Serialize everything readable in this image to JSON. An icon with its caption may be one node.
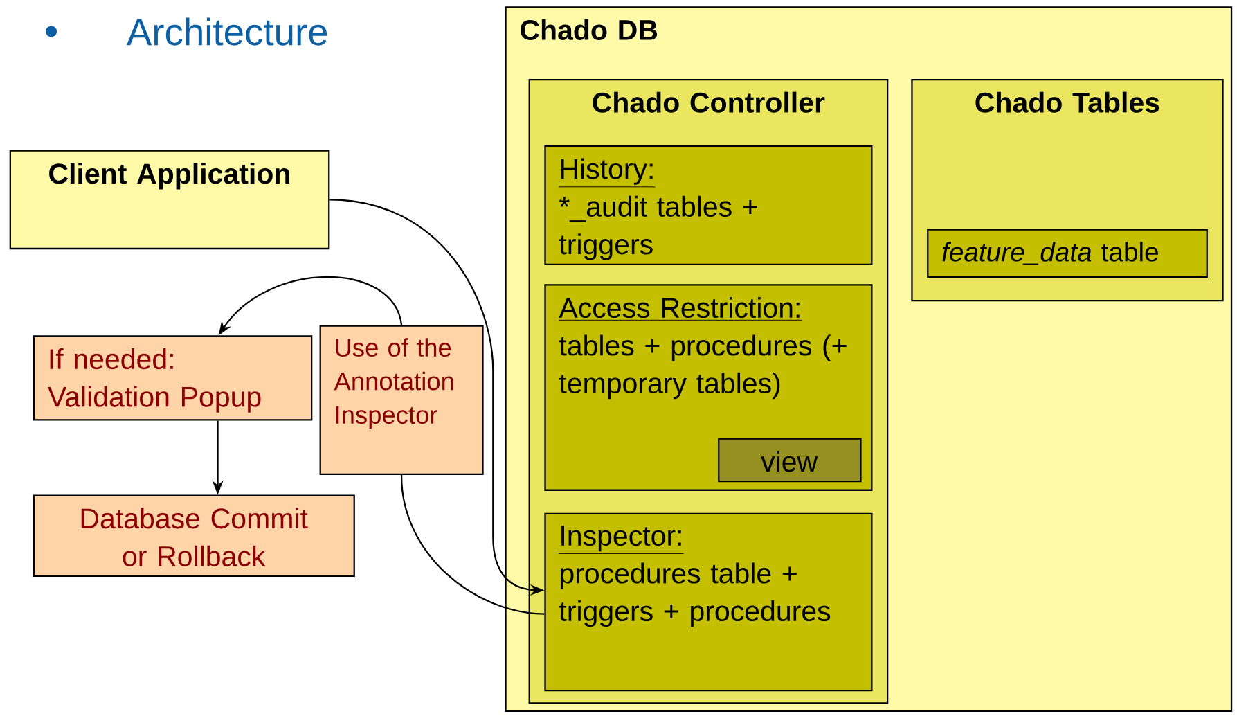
{
  "diagram": {
    "title": "Architecture",
    "nodes": [
      {
        "text": [
          "Chado DB"
        ]
      },
      {
        "text": [
          "Chado Controller"
        ],
        "in": 0
      },
      {
        "text": [
          "History:",
          "*_audit tables + triggers"
        ],
        "in": 1
      },
      {
        "text": [
          "Access Restriction:",
          "tables + procedures (+ temporary tables)"
        ],
        "in": 1
      },
      {
        "text": [
          "view"
        ],
        "in": 3
      },
      {
        "text": [
          "Inspector:",
          "procedures table + triggers + procedures"
        ],
        "in": 1
      },
      {
        "text": [
          "Chado Tables"
        ],
        "in": 0
      },
      {
        "text": [
          "*feature_data* table"
        ],
        "in": 6
      },
      {
        "text": [
          "Client Application"
        ]
      },
      {
        "text": [
          "If needed: Validation Popup"
        ]
      },
      {
        "text": [
          "Database Commit or Rollback"
        ]
      },
      {
        "text": [
          "Use of the Annotation Inspector"
        ]
      }
    ],
    "edges": [
      {
        "from": 11,
        "to": 9,
        "arrow": "to"
      },
      {
        "from": 8,
        "to": 5,
        "arrow": "to"
      },
      {
        "from": 11,
        "to": 5,
        "arrow": "none"
      },
      {
        "from": 9,
        "to": 10,
        "arrow": "to"
      }
    ]
  }
}
